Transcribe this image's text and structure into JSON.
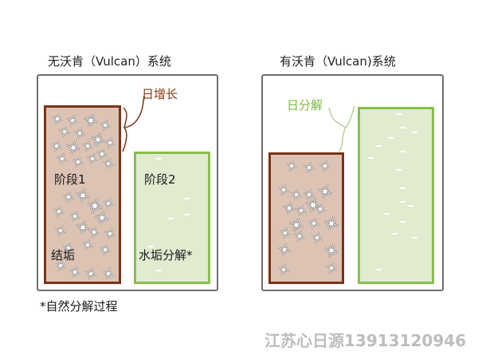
{
  "left_system": {
    "title": "无沃肯（Vulcan）系统",
    "growth_label": "日增长",
    "stage1_label": "阶段1",
    "scale_label": "结垢",
    "stage2_label": "阶段2",
    "decomp_label": "水垢分解*"
  },
  "right_system": {
    "title": "有沃肯（Vulcan)系统",
    "decomp_label": "日分解"
  },
  "footnote": "*自然分解过程",
  "watermark": "江苏心日源13913120946",
  "colors": {
    "scale_border": "#7b3217",
    "scale_fill": "#dcc3b4",
    "water_border": "#86bf4c",
    "water_fill": "#e0ebd0",
    "growth_text": "#8b3a12",
    "decomp_text": "#7dbb42"
  }
}
